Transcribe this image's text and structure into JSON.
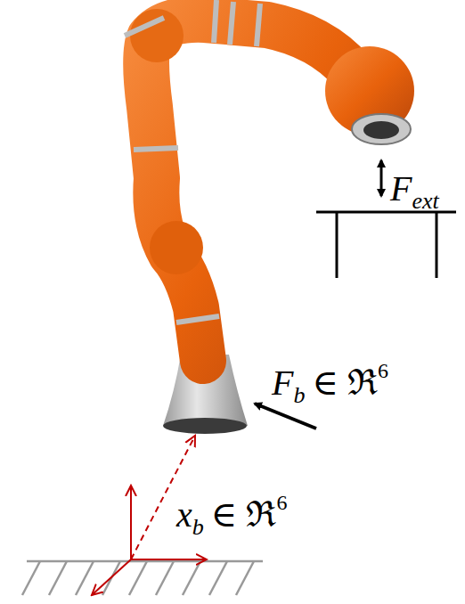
{
  "diagram": {
    "labels": [
      "F",
      "ext",
      "F",
      "b",
      "∈ ℜ",
      "6",
      "x",
      "b",
      "∈ ℜ",
      "6"
    ]
  }
}
